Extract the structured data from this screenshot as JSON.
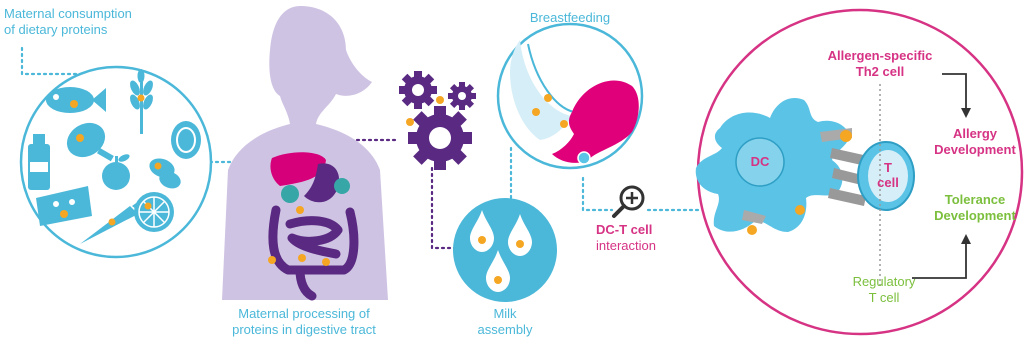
{
  "labels": {
    "maternal_consumption": [
      "Maternal consumption",
      "of dietary proteins"
    ],
    "maternal_processing": [
      "Maternal processing of",
      "proteins in digestive tract"
    ],
    "breastfeeding": "Breastfeeding",
    "milk_assembly": [
      "Milk",
      "assembly"
    ],
    "dc_t_interaction": [
      "DC-T cell",
      "interaction"
    ],
    "allergen_specific": [
      "Allergen-specific",
      "Th2 cell"
    ],
    "allergy_development": [
      "Allergy",
      "Development"
    ],
    "tolerance_development": [
      "Tolerance",
      "Development"
    ],
    "regulatory_t_cell": [
      "Regulatory",
      "T cell"
    ],
    "dc": "DC",
    "t_cell": [
      "T",
      "cell"
    ]
  },
  "colors": {
    "blue": "#4bb8d9",
    "light_blue": "#d6eef7",
    "purple": "#5a2a82",
    "lavender": "#cfc3e3",
    "pink": "#d63384",
    "magenta": "#e0007a",
    "green": "#7bbf3d",
    "orange": "#f5a623",
    "dc_cyan": "#5bc3e6"
  },
  "icons": [
    "fish-icon",
    "wheat-icon",
    "chicken-leg-icon",
    "egg-icon",
    "milk-bottle-icon",
    "apple-icon",
    "bean-icon",
    "cheese-icon",
    "carrot-icon",
    "citrus-icon",
    "gears-icon",
    "milk-drops-icon",
    "magnifier-icon",
    "dendritic-cell-icon",
    "t-cell-icon"
  ]
}
